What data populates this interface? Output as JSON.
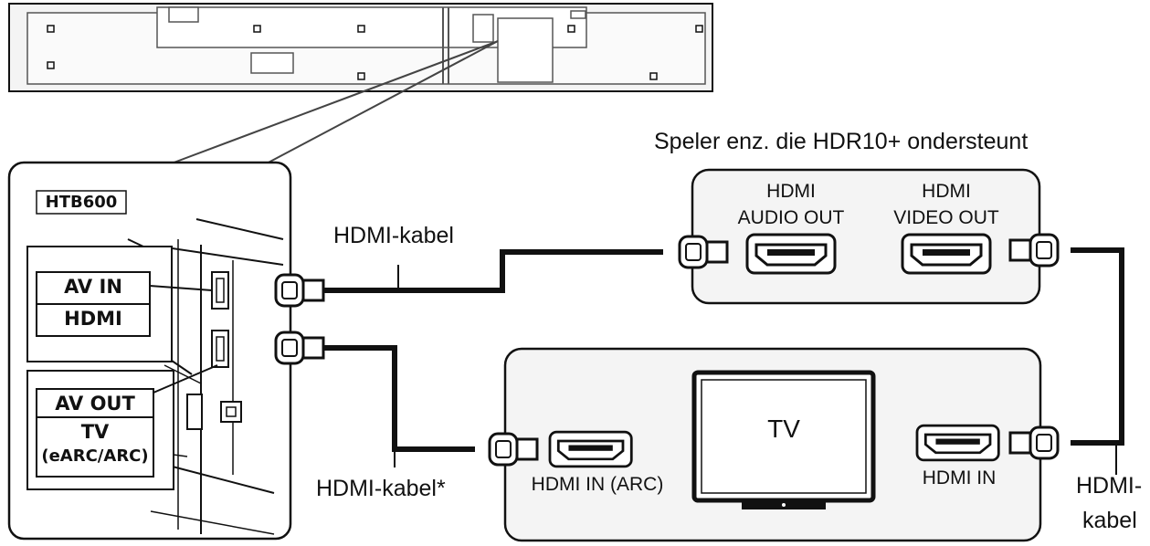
{
  "player": {
    "title": "Speler enz. die HDR10+ ondersteunt",
    "audio_out_label_1": "HDMI",
    "audio_out_label_2": "AUDIO OUT",
    "video_out_label_1": "HDMI",
    "video_out_label_2": "VIDEO OUT"
  },
  "soundbar": {
    "model": "HTB600",
    "av_in": "AV IN",
    "hdmi": "HDMI",
    "av_out": "AV OUT",
    "tv": "TV",
    "earc": "(eARC/ARC)"
  },
  "tv": {
    "label": "TV",
    "hdmi_in_arc": "HDMI IN (ARC)",
    "hdmi_in": "HDMI IN"
  },
  "cables": {
    "top": "HDMI-kabel",
    "bottom": "HDMI-kabel*",
    "right_1": "HDMI-",
    "right_2": "kabel"
  },
  "colors": {
    "line": "#111111",
    "panel_fill": "#ffffff",
    "device_fill": "#f4f4f4",
    "screen_fill": "#ffffff"
  }
}
